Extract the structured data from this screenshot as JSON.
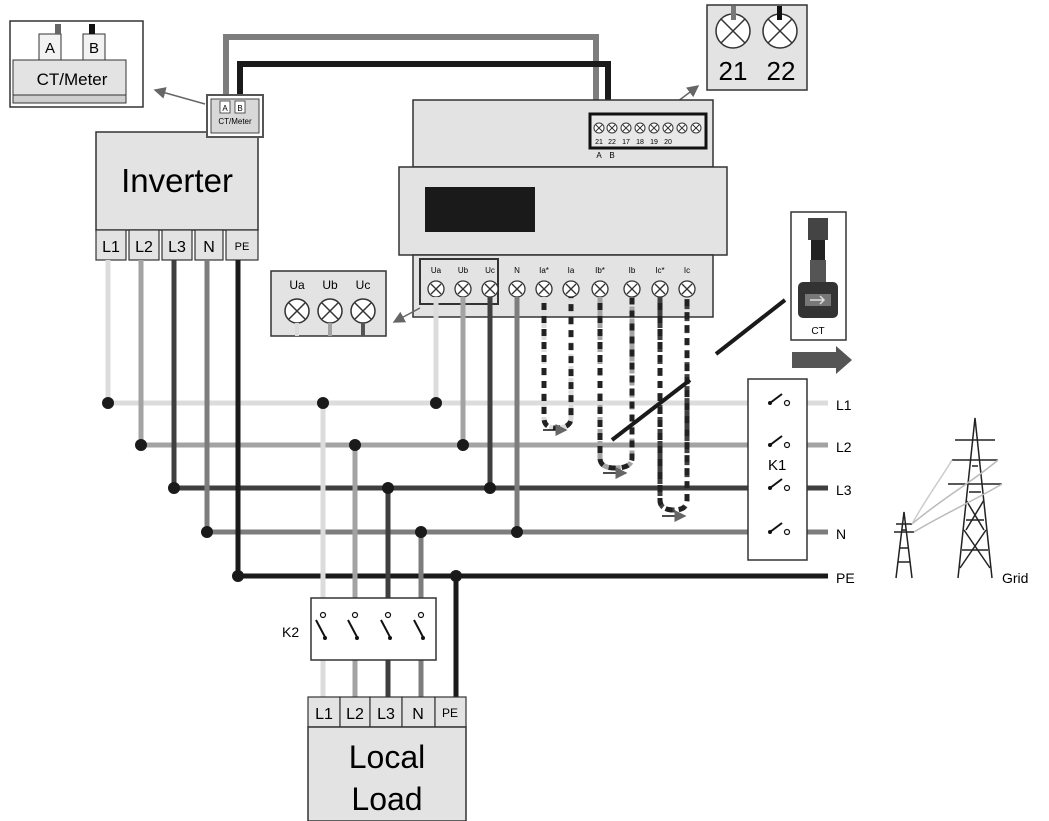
{
  "ct_meter_box": {
    "a": "A",
    "b": "B",
    "title": "CT/Meter"
  },
  "inverter": {
    "title": "Inverter",
    "mini_port_a": "A",
    "mini_port_b": "B",
    "mini_label": "CT/Meter",
    "terminals": [
      "L1",
      "L2",
      "L3",
      "N",
      "PE"
    ]
  },
  "comm_box": {
    "t1": "21",
    "t2": "22"
  },
  "meter": {
    "top_terminals": [
      "21",
      "22",
      "17",
      "18",
      "19",
      "20"
    ],
    "top_ab": [
      "A",
      "B"
    ],
    "bottom_terminals": [
      "Ua",
      "Ub",
      "Uc",
      "N",
      "Ia*",
      "Ia",
      "Ib*",
      "Ib",
      "Ic*",
      "Ic"
    ]
  },
  "voltage_box": {
    "labels": [
      "Ua",
      "Ub",
      "Uc"
    ]
  },
  "ct": {
    "label": "CT"
  },
  "k1": {
    "label": "K1"
  },
  "lines": {
    "labels": [
      "L1",
      "L2",
      "L3",
      "N",
      "PE"
    ]
  },
  "grid": {
    "label": "Grid"
  },
  "k2": {
    "label": "K2"
  },
  "local_load": {
    "terminals": [
      "L1",
      "L2",
      "L3",
      "N",
      "PE"
    ],
    "title_line1": "Local",
    "title_line2": "Load"
  },
  "colors": {
    "box_fill": "#e3e3e3",
    "wire_l1": "#dcdcdc",
    "wire_l2": "#a3a3a3",
    "wire_l3": "#3f3f3f",
    "wire_n": "#7d7d7d",
    "wire_pe": "#1a1a1a"
  }
}
